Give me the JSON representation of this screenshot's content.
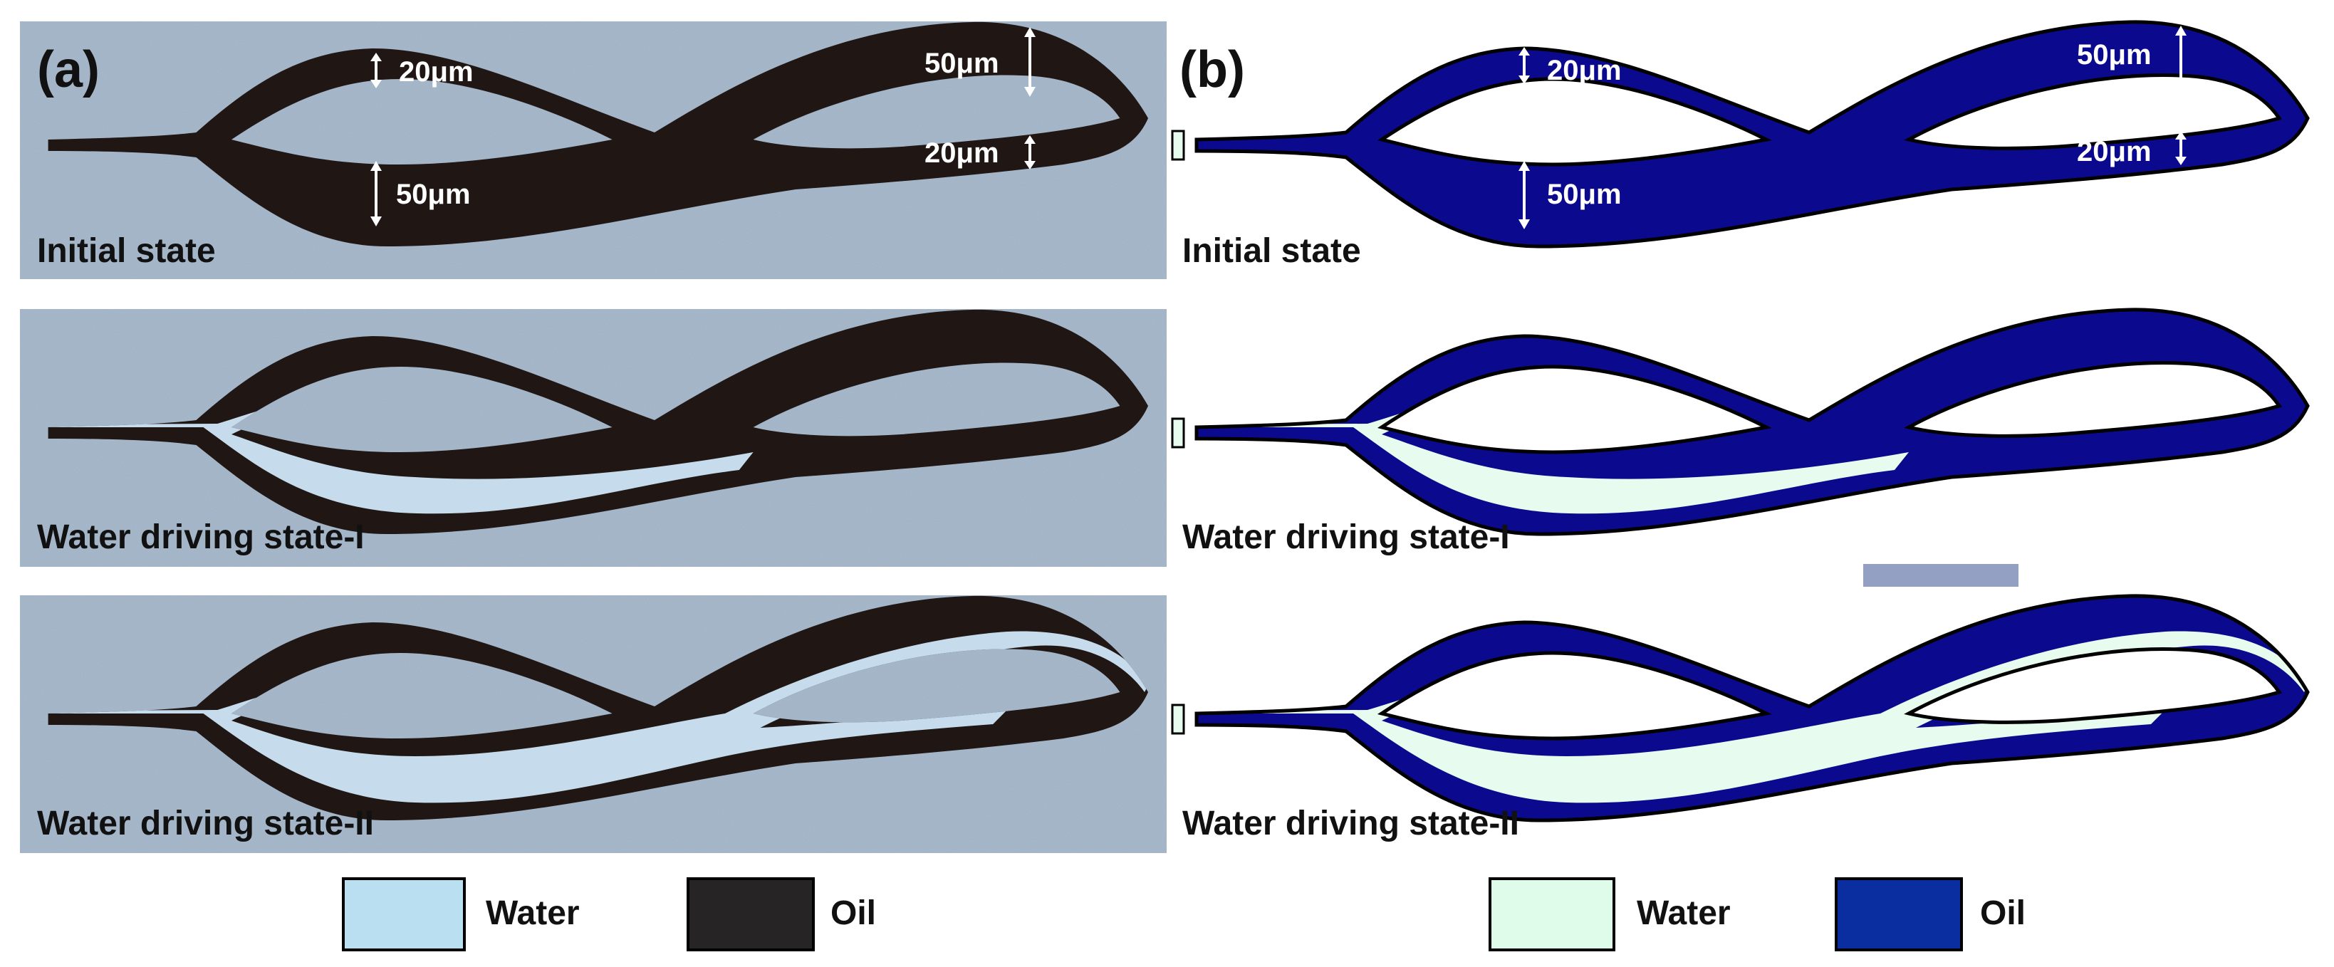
{
  "panels": {
    "a": {
      "label": "(a)",
      "rows": [
        "Initial state",
        "Water driving state-I",
        "Water driving state-II"
      ],
      "dims": {
        "top_left": "20μm",
        "bottom_left": "50μm",
        "top_right": "50μm",
        "bottom_right": "20μm"
      }
    },
    "b": {
      "label": "(b)",
      "rows": [
        "Initial state",
        "Water driving state-I",
        "Water driving state-II"
      ],
      "dims": {
        "top_left": "20μm",
        "bottom_left": "50μm",
        "top_right": "50μm",
        "bottom_right": "20μm"
      }
    }
  },
  "legend": {
    "a": [
      {
        "label": "Water",
        "color": "#b9dff0"
      },
      {
        "label": "Oil",
        "color": "#262424"
      }
    ],
    "b": [
      {
        "label": "Water",
        "color": "#dffbe9"
      },
      {
        "label": "Oil",
        "color": "#0a2ea0"
      }
    ]
  },
  "colors": {
    "photo_bg": "#9db0c4",
    "photo_oil": "#201614",
    "photo_water": "#c6dcec",
    "sim_oil": "#0b0a8e",
    "sim_water": "#e8fbef",
    "scale_bar": "#93a0c4"
  }
}
